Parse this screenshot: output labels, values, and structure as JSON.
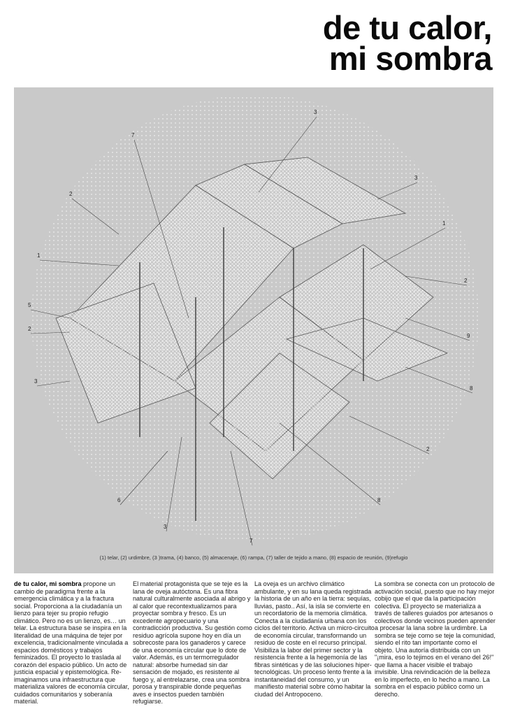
{
  "title": {
    "line1": "de tu calor,",
    "line2": "mi sombra"
  },
  "illustration": {
    "legend": "(1) telar, (2) urdimbre, (3 )trama, (4) banco, (5) almacenaje, (6) rampa, (7) taller de tejido a mano, (8) espacio de reunión, (9)refugio",
    "callouts": [
      "3",
      "7",
      "2",
      "3",
      "1",
      "1",
      "2",
      "5",
      "2",
      "9",
      "3",
      "8",
      "2",
      "6",
      "8",
      "3",
      "7"
    ]
  },
  "columns": [
    {
      "lead": "de tu calor, mi sombra",
      "text": " propone un cambio de paradigma frente a la emergencia climática y a la fractura social. Proporciona a la ciudadanía un lienzo para tejer su propio refugio climático. Pero no es un lienzo, es… un telar. La estructura base se inspira en la literalidad de una máquina de tejer por excelencia, tradicionalmente vinculada a espacios domésticos y trabajos feminizados. El proyecto lo traslada al corazón del espacio público. Un acto de justicia espacial y epistemológica. Re-imaginamos una infraestructura que materializa valores de economía circular, cuidados comunitarios y soberanía material."
    },
    {
      "text": "El material protagonista que se teje es la lana de oveja autóctona. Es una fibra natural culturalmente asociada al abrigo y al calor que recontextualizamos para proyectar sombra y fresco. Es un excedente agropecuario y una contradicción productiva. Su gestión como residuo agrícola supone hoy en día un sobrecoste para los ganaderos y carece de una economía circular que lo dote de valor. Además, es un termorregulador natural: absorbe humedad sin dar sensación de mojado, es resistente al fuego y, al entrelazarse, crea una sombra porosa y transpirable donde pequeñas aves e insectos pueden también refugiarse."
    },
    {
      "text": "La oveja es un archivo climático ambulante, y en su lana queda registrada la historia de un año en la tierra: sequías, lluvias, pasto.. Así, la isla se convierte en un recordatorio de la memoria climática. Conecta a la ciudadanía urbana con los ciclos del territorio. Activa un micro-circuito de economía circular, transformando un residuo de coste en el recurso principal. Visibiliza la labor del primer sector y la resistencia frente a la hegemonía de las fibras sintéticas y de las soluciones hiper-tecnológicas. Un proceso lento frente a la instantaneidad del consumo, y un manifiesto material sobre cómo habitar la ciudad del Antropoceno."
    },
    {
      "text": "La sombra se conecta con un protocolo de activación social, puesto que no hay mejor cobijo que el que da la participación colectiva. El proyecto se materializa a través de talleres guiados por artesanos o colectivos donde vecinos pueden aprender a procesar la lana sobre la urdimbre. La sombra se teje como se teje la comunidad, siendo el rito tan importante como el objeto. Una autoría distribuida con un \"¡mira, eso lo tejimos en el verano del 26!\" que llama a hacer visible el trabajo invisible. Una reivindicación de la belleza en lo imperfecto, en lo hecho a mano. La sombra en el espacio público como un derecho."
    }
  ]
}
